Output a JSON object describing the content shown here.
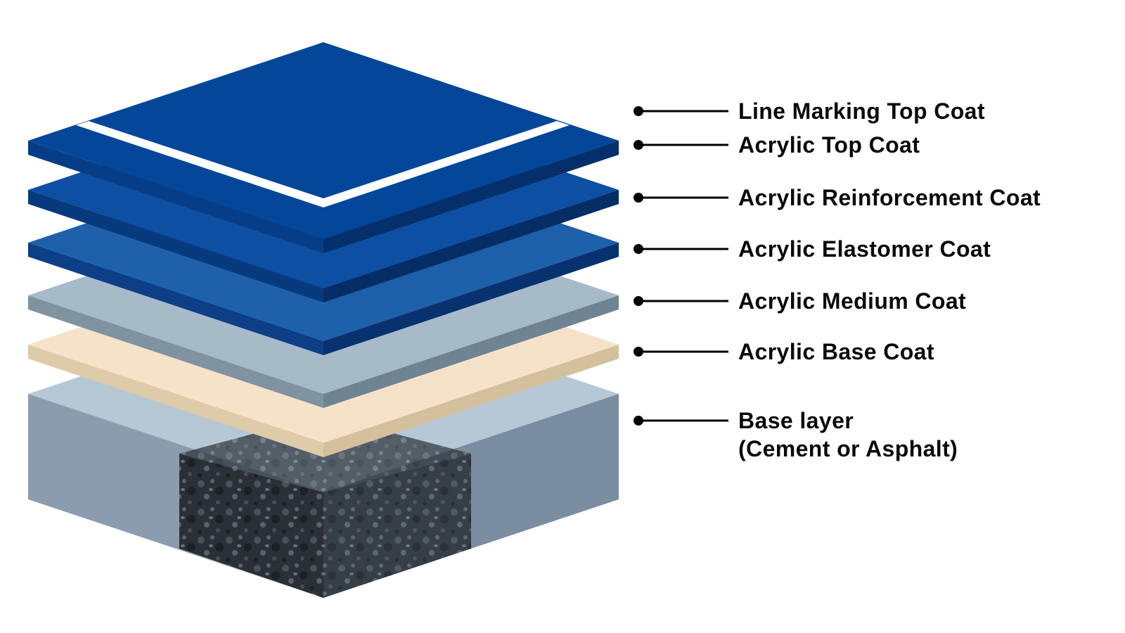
{
  "diagram": {
    "layers": [
      {
        "id": "line-marking",
        "label_lines": [
          "Line Marking Top Coat"
        ]
      },
      {
        "id": "acrylic-top",
        "label_lines": [
          "Acrylic Top Coat"
        ]
      },
      {
        "id": "reinforcement",
        "label_lines": [
          "Acrylic Reinforcement Coat"
        ]
      },
      {
        "id": "elastomer",
        "label_lines": [
          "Acrylic Elastomer Coat"
        ]
      },
      {
        "id": "medium",
        "label_lines": [
          "Acrylic Medium Coat"
        ]
      },
      {
        "id": "base-coat",
        "label_lines": [
          "Acrylic Base Coat"
        ]
      },
      {
        "id": "base-layer",
        "label_lines": [
          "Base layer",
          "(Cement or Asphalt)"
        ]
      }
    ],
    "colors": {
      "top_coat_face": "#04469a",
      "top_coat_front": "#063d86",
      "top_coat_side": "#042f6a",
      "line_marking": "#ffffff",
      "reinforcement_face": "#0d4fa3",
      "elastomer_face": "#1f60ab",
      "medium_face": "#a6bac7",
      "base_coat_face": "#f6e2c8",
      "base_block_face": "#b6c8d6",
      "base_block_side": "#7a8da1",
      "asphalt": "#2a3036",
      "leader_line": "#000000"
    }
  }
}
